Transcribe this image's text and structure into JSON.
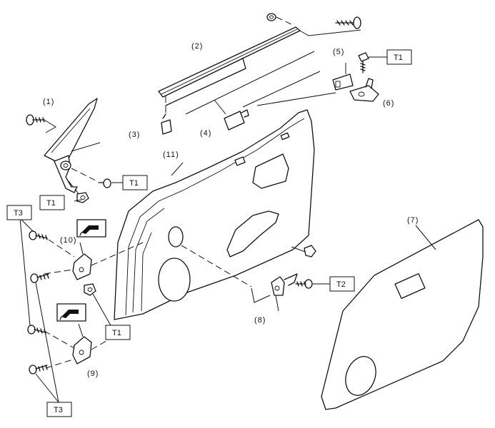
{
  "callouts": [
    {
      "id": "1",
      "text": "(1)"
    },
    {
      "id": "2",
      "text": "(2)"
    },
    {
      "id": "3",
      "text": "(3)"
    },
    {
      "id": "4",
      "text": "(4)"
    },
    {
      "id": "5",
      "text": "(5)"
    },
    {
      "id": "6",
      "text": "(6)"
    },
    {
      "id": "7",
      "text": "(7)"
    },
    {
      "id": "8",
      "text": "(8)"
    },
    {
      "id": "9",
      "text": "(9)"
    },
    {
      "id": "10",
      "text": "(10)"
    },
    {
      "id": "11",
      "text": "(11)"
    }
  ],
  "torque_labels": [
    {
      "text": "T1"
    },
    {
      "text": "T1"
    },
    {
      "text": "T1"
    },
    {
      "text": "T1"
    },
    {
      "text": "T2"
    },
    {
      "text": "T3"
    },
    {
      "text": "T3"
    }
  ],
  "icons": [
    "grease-applicator-icon",
    "grease-applicator-icon"
  ]
}
